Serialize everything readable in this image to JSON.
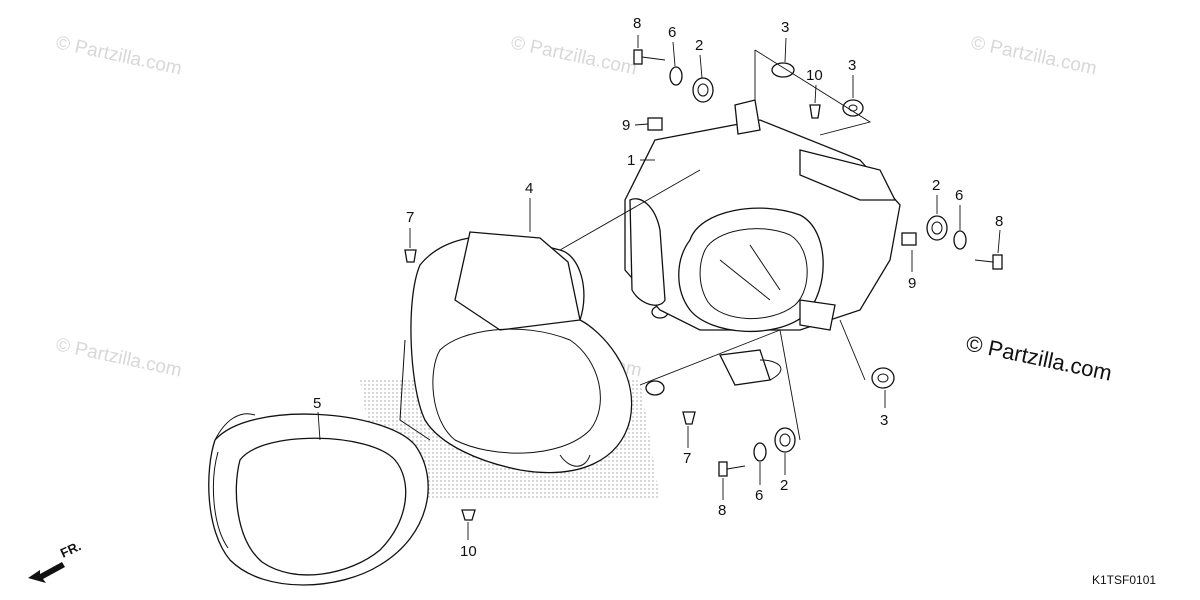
{
  "watermarks": [
    "© Partzilla.com",
    "© Partzilla.com",
    "© Partzilla.com",
    "© Partzilla.com",
    "© Partzilla.com"
  ],
  "main_watermark": "© Partzilla.com",
  "diagram_code": "K1TSF0101",
  "front_label": "FR.",
  "callouts": [
    {
      "id": "c8a",
      "text": "8"
    },
    {
      "id": "c6a",
      "text": "6"
    },
    {
      "id": "c2a",
      "text": "2"
    },
    {
      "id": "c3a",
      "text": "3"
    },
    {
      "id": "c10a",
      "text": "10"
    },
    {
      "id": "c3b",
      "text": "3"
    },
    {
      "id": "c9a",
      "text": "9"
    },
    {
      "id": "c1",
      "text": "1"
    },
    {
      "id": "c4",
      "text": "4"
    },
    {
      "id": "c7a",
      "text": "7"
    },
    {
      "id": "c2b",
      "text": "2"
    },
    {
      "id": "c6b",
      "text": "6"
    },
    {
      "id": "c8b",
      "text": "8"
    },
    {
      "id": "c9b",
      "text": "9"
    },
    {
      "id": "c3c",
      "text": "3"
    },
    {
      "id": "c5",
      "text": "5"
    },
    {
      "id": "c7b",
      "text": "7"
    },
    {
      "id": "c2c",
      "text": "2"
    },
    {
      "id": "c6c",
      "text": "6"
    },
    {
      "id": "c8c",
      "text": "8"
    },
    {
      "id": "c10b",
      "text": "10"
    }
  ]
}
